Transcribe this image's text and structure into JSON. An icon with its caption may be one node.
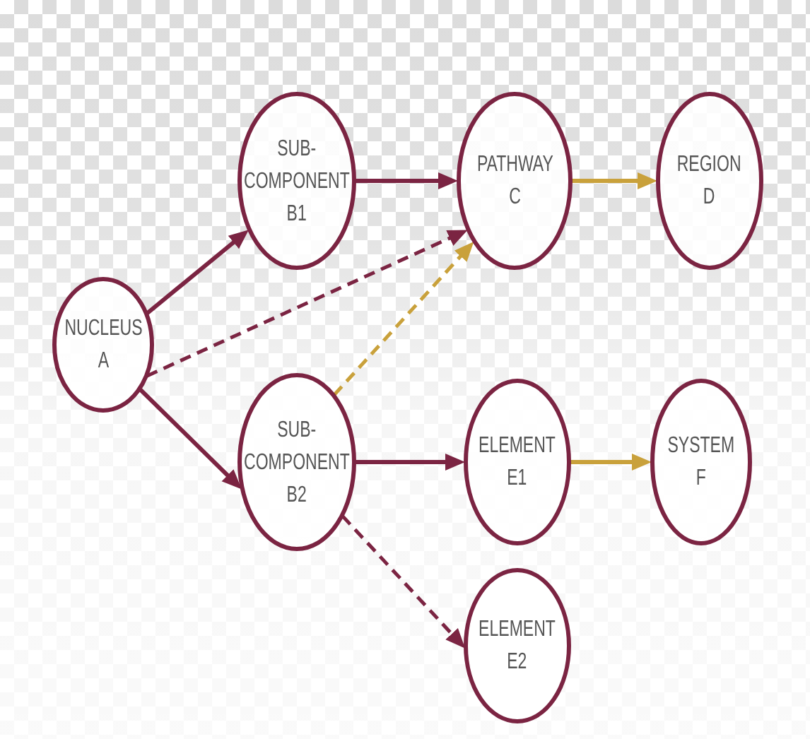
{
  "diagram": {
    "nodes": [
      {
        "text": [
          "NUCLEUS A"
        ]
      },
      {
        "text": [
          "SUB- COMPONENT B1"
        ]
      },
      {
        "text": [
          "PATHWAY C"
        ]
      },
      {
        "text": [
          "REGION D"
        ]
      },
      {
        "text": [
          "SUB- COMPONENT B2"
        ]
      },
      {
        "text": [
          "ELEMENT E1"
        ]
      },
      {
        "text": [
          "SYSTEM F"
        ]
      },
      {
        "text": [
          "ELEMENT E2"
        ]
      }
    ],
    "edges": [
      {
        "from": 0,
        "to": 1,
        "arrow": "to"
      },
      {
        "from": 0,
        "to": 2,
        "arrow": "to",
        "style": "dashed"
      },
      {
        "from": 0,
        "to": 4,
        "arrow": "to"
      },
      {
        "from": 1,
        "to": 2,
        "arrow": "to"
      },
      {
        "from": 4,
        "to": 2,
        "arrow": "to",
        "style": "dashed",
        "color": "#c9a13b"
      },
      {
        "from": 2,
        "to": 3,
        "arrow": "to",
        "color": "#c9a13b"
      },
      {
        "from": 4,
        "to": 5,
        "arrow": "to"
      },
      {
        "from": 5,
        "to": 6,
        "arrow": "to",
        "color": "#c9a13b"
      },
      {
        "from": 4,
        "to": 7,
        "arrow": "to",
        "style": "dashed"
      }
    ]
  }
}
